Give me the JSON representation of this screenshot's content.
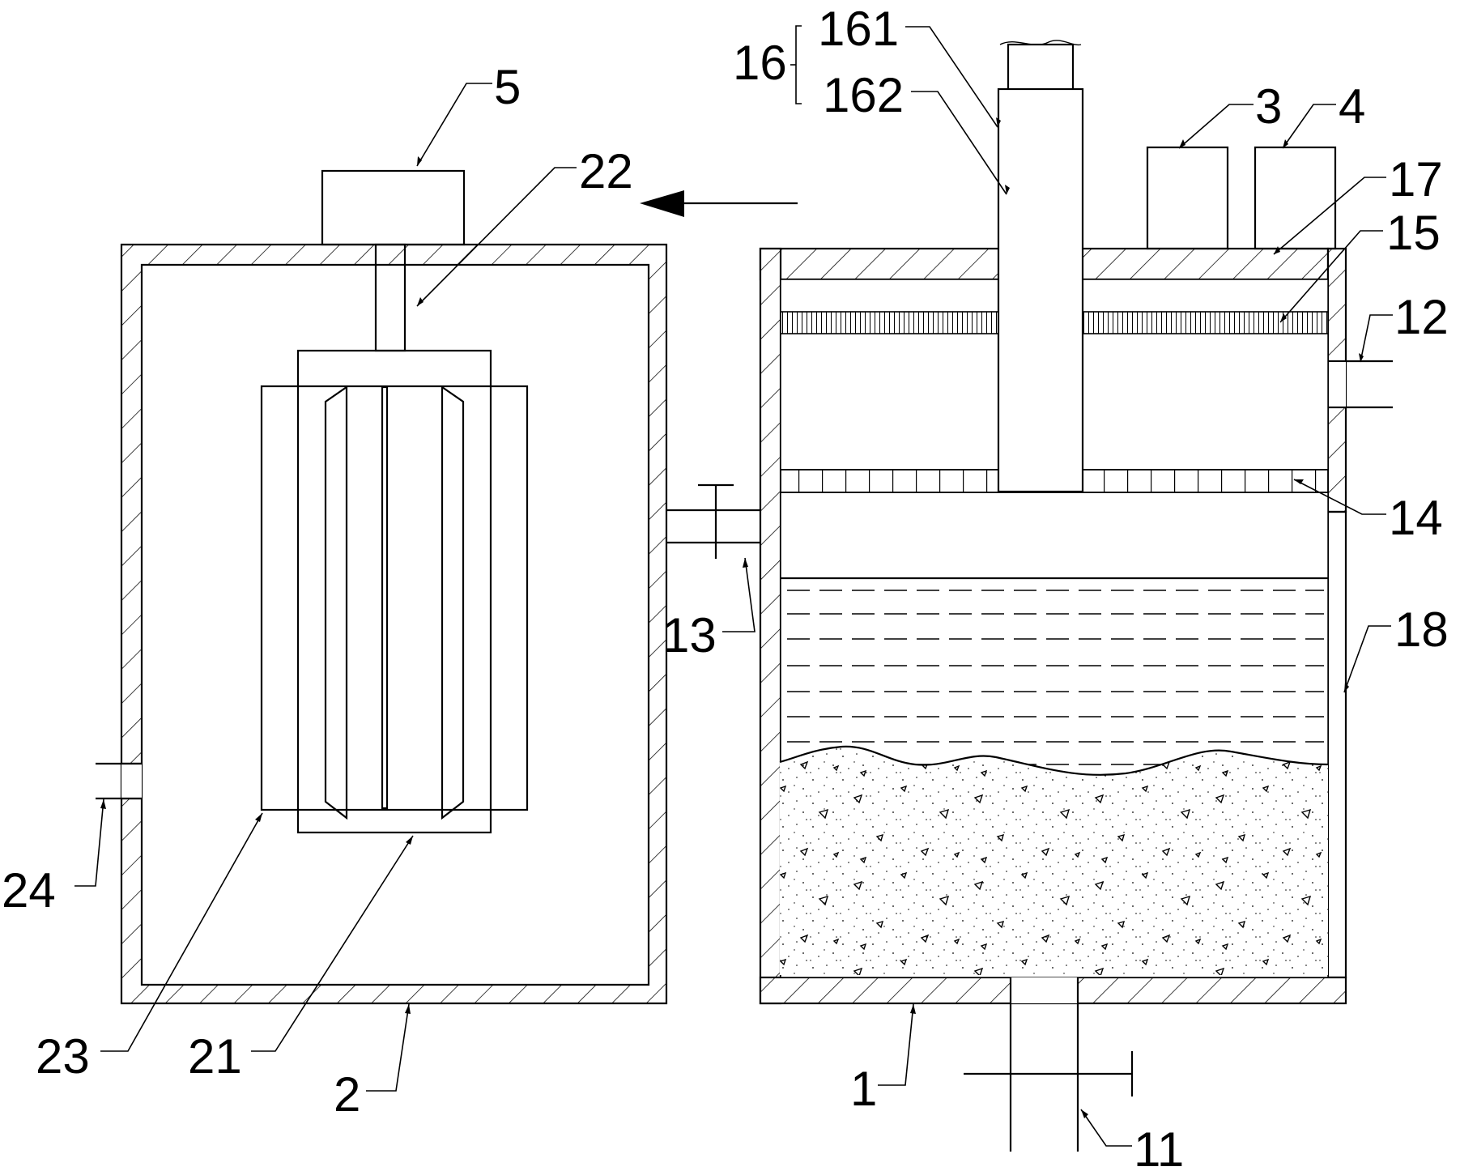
{
  "labels": {
    "n16": "16",
    "n161": "161",
    "n162": "162",
    "n5": "5",
    "n22": "22",
    "n3": "3",
    "n4": "4",
    "n17": "17",
    "n15": "15",
    "n12": "12",
    "n14": "14",
    "n13": "13",
    "n18": "18",
    "n24": "24",
    "n23": "23",
    "n21": "21",
    "n2": "2",
    "n1": "1",
    "n11": "11"
  }
}
